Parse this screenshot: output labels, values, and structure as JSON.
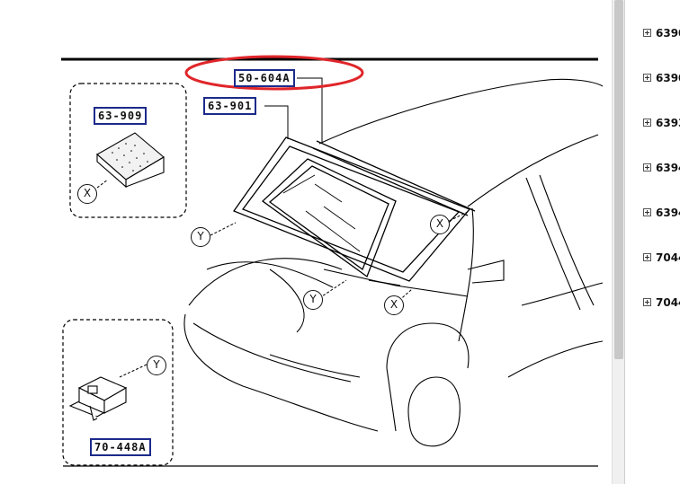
{
  "diagram": {
    "callouts": {
      "windshield_glass": "63-901",
      "molding": "50-604A",
      "dam_rubber": "63-909",
      "bracket_clip": "70-448A"
    },
    "markers": {
      "x": "X",
      "y": "Y"
    },
    "highlight_color": "#e0262a",
    "callout_border_color": "#1c2a8a"
  },
  "sidebar": {
    "items": [
      {
        "label": "6390"
      },
      {
        "label": "6390"
      },
      {
        "label": "6393"
      },
      {
        "label": "6394"
      },
      {
        "label": "6394"
      },
      {
        "label": "7044"
      },
      {
        "label": "7044"
      }
    ]
  }
}
